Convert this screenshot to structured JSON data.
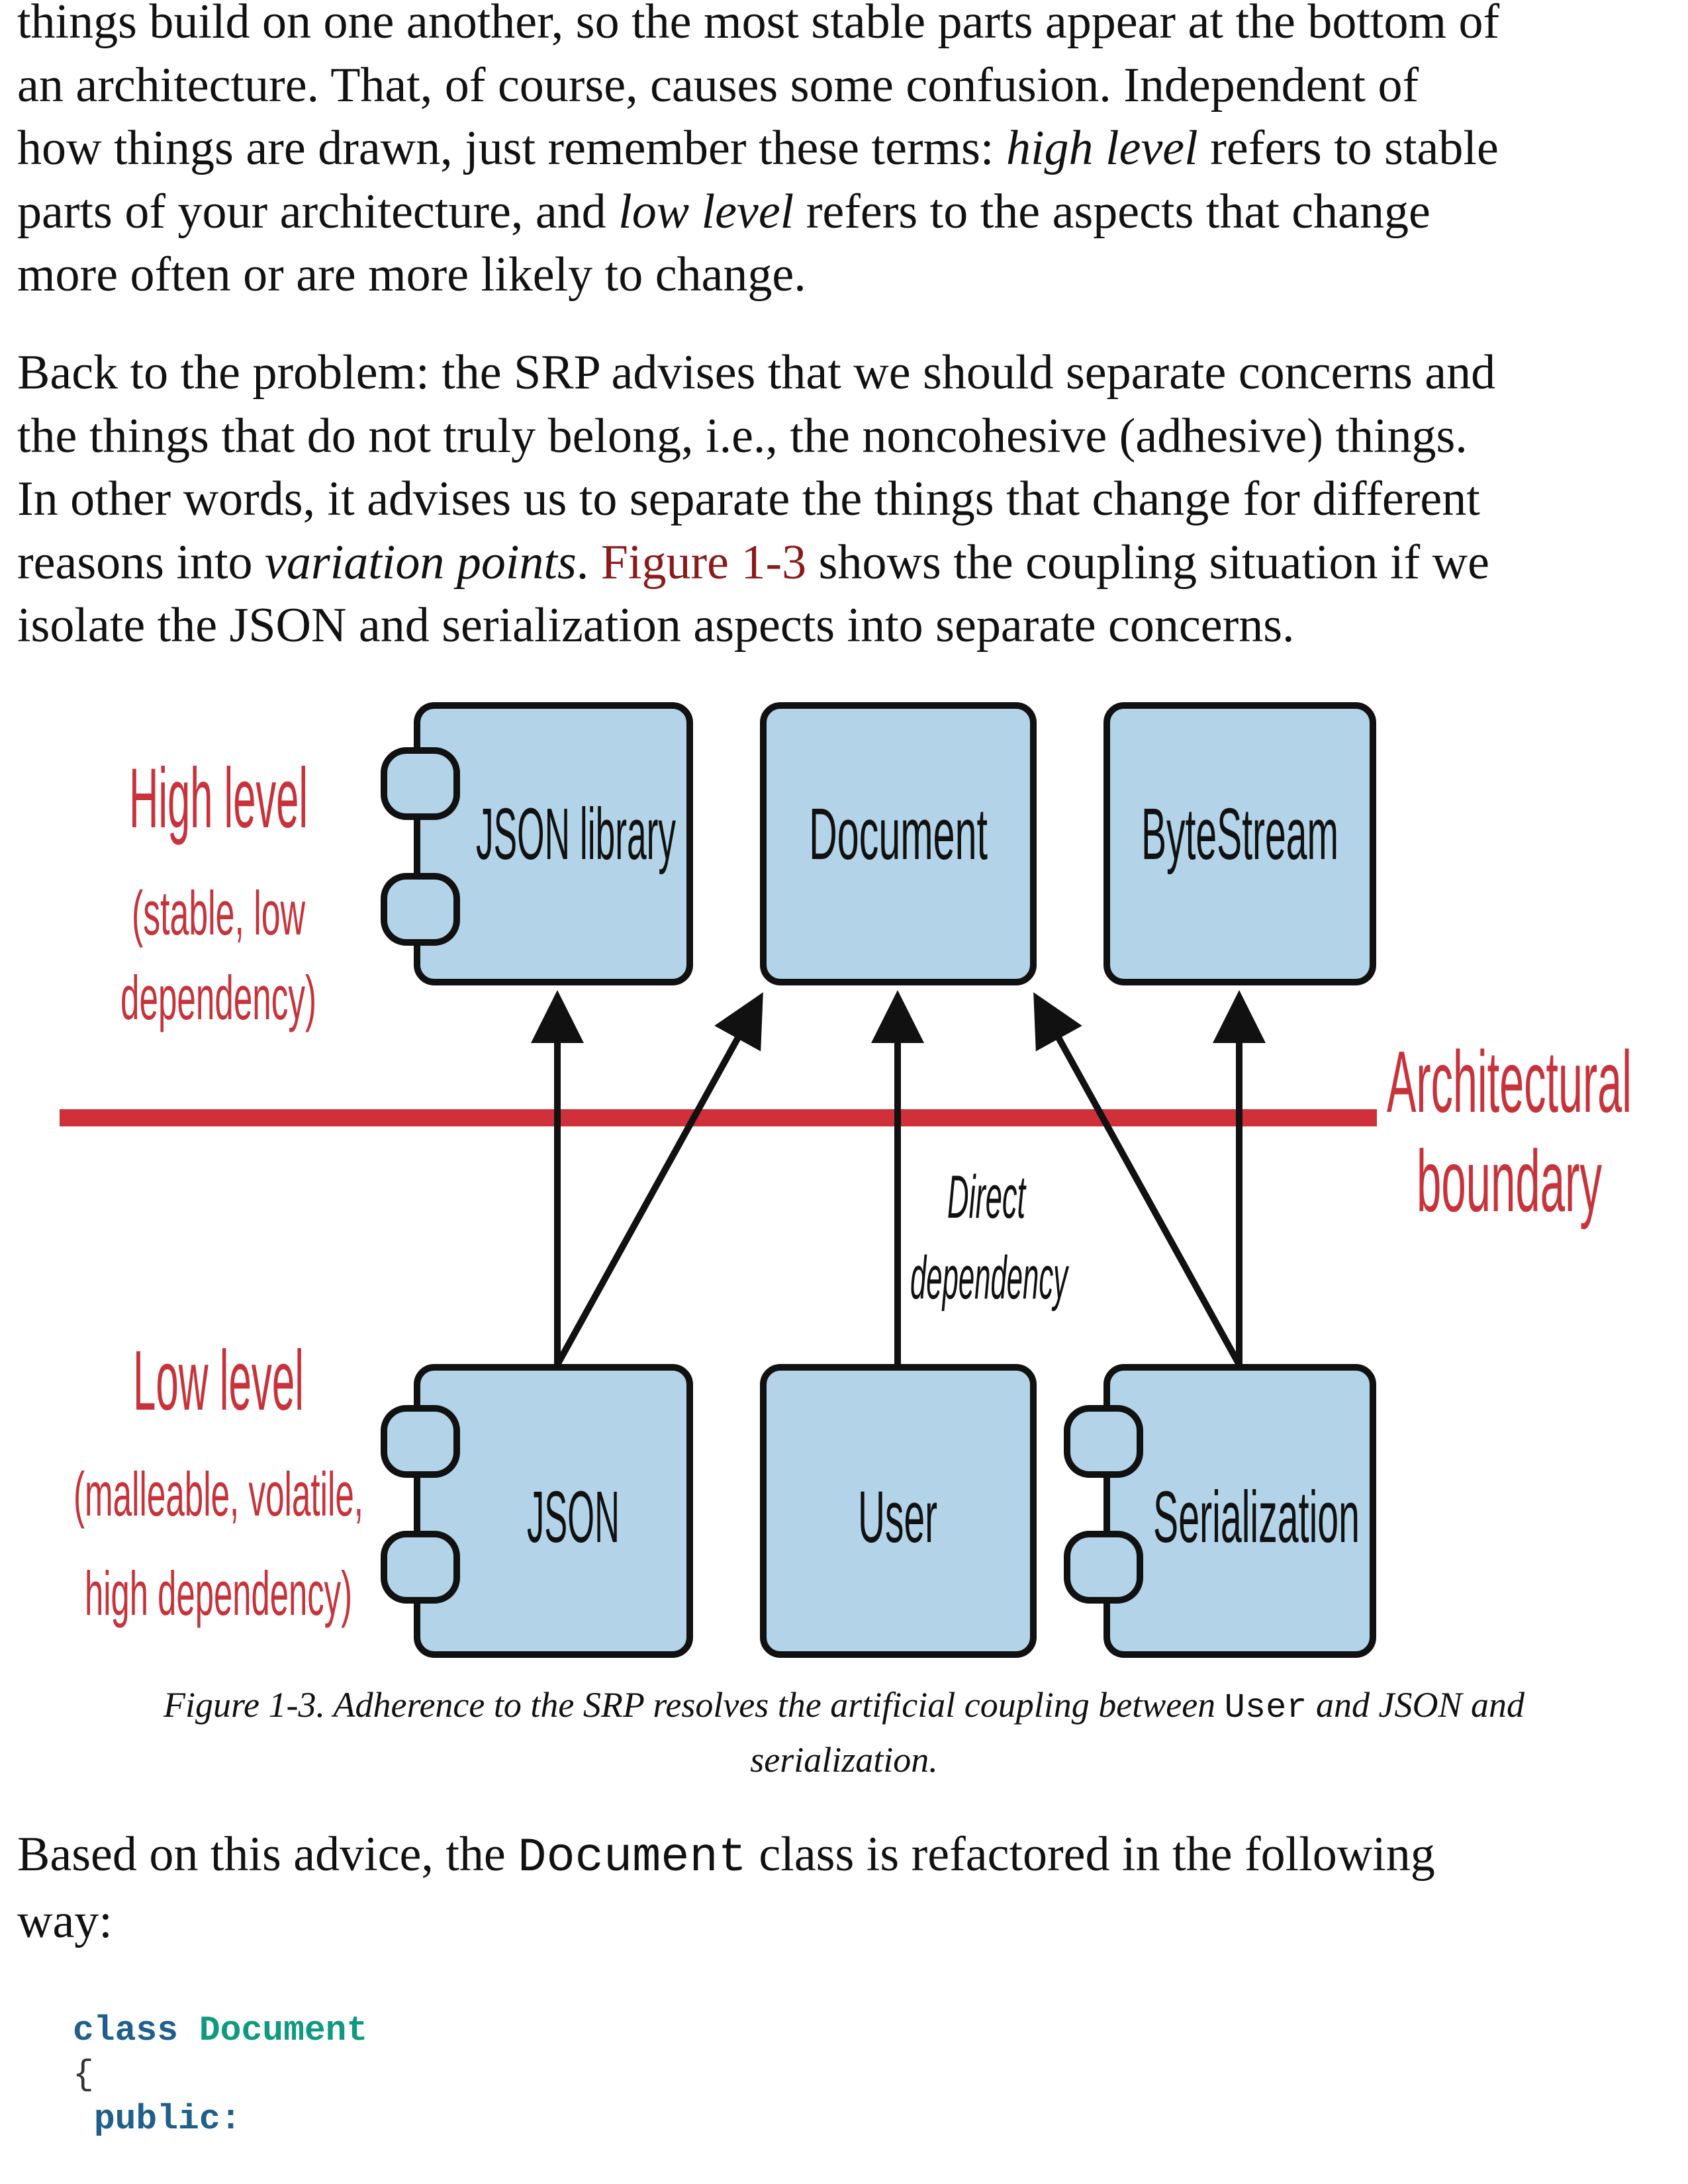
{
  "para1": {
    "line1": "things build on one another, so the most stable parts appear at the bottom of",
    "line2": "an architecture. That, of course, causes some confusion. Independent of",
    "line3_a": "how things are drawn, just remember these terms: ",
    "line3_em": "high level",
    "line3_b": " refers to stable",
    "line4_a": "parts of your architecture, and ",
    "line4_em": "low level",
    "line4_b": " refers to the aspects that change",
    "line5": "more often or are more likely to change."
  },
  "para2": {
    "line1": "Back to the problem: the SRP advises that we should separate concerns and",
    "line2": "the things that do not truly belong, i.e., the noncohesive (adhesive) things.",
    "line3": "In other words, it advises us to separate the things that change for different",
    "line4_a": "reasons into ",
    "line4_em": "variation points",
    "line4_b": ". ",
    "line4_xref": "Figure 1-3",
    "line4_c": " shows the coupling situation if we",
    "line5": "isolate the JSON and serialization aspects into separate concerns."
  },
  "figure": {
    "high_level": {
      "title": "High level",
      "sub1": "(stable, low",
      "sub2": "dependency)"
    },
    "low_level": {
      "title": "Low level",
      "sub1": "(malleable, volatile,",
      "sub2": "high dependency)"
    },
    "boundary": {
      "line1": "Architectural",
      "line2": "boundary"
    },
    "direct_dependency": {
      "line1": "Direct",
      "line2": "dependency"
    },
    "top_boxes": [
      "JSON library",
      "Document",
      "ByteStream"
    ],
    "bottom_boxes": [
      "JSON",
      "User",
      "Serialization"
    ],
    "colors": {
      "box_fill": "#b3d4e8",
      "box_stroke": "#111111",
      "boundary": "#d0303a",
      "label_red": "#c8323a"
    }
  },
  "caption": {
    "line1_a": "Figure 1-3. Adherence to the SRP resolves the artificial coupling between ",
    "line1_code": "User",
    "line1_b": " and JSON and",
    "line2": "serialization."
  },
  "para3": {
    "line1_a": "Based on this advice, the ",
    "line1_code": "Document",
    "line1_b": " class is refactored in the following",
    "line2": "way:"
  },
  "code": {
    "kw_class": "class",
    "class_name": "Document",
    "brace": "{",
    "kw_public": "public:"
  }
}
